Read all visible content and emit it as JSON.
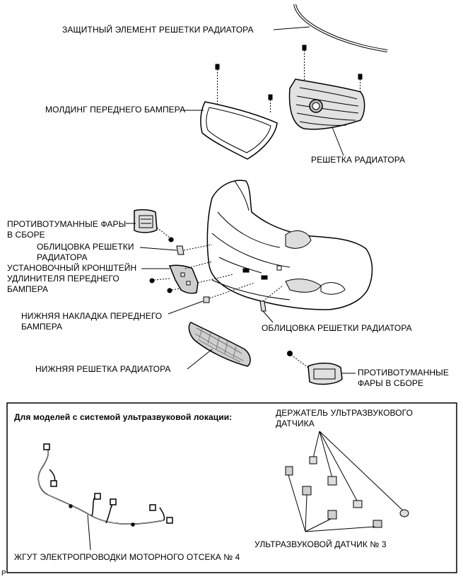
{
  "labels": {
    "grille_protector": "ЗАЩИТНЫЙ ЭЛЕМЕНТ РЕШЕТКИ РАДИАТОРА",
    "front_bumper_molding": "МОЛДИНГ ПЕРЕДНЕГО БАМПЕРА",
    "radiator_grille": "РЕШЕТКА РАДИАТОРА",
    "fog_lamp_left": "ПРОТИВОТУМАННЫЕ ФАРЫ\nВ СБОРЕ",
    "grille_cover_left": "ОБЛИЦОВКА РЕШЕТКИ\nРАДИАТОРА",
    "extension_bracket": "УСТАНОВОЧНЫЙ КРОНШТЕЙН\nУДЛИНИТЕЛЯ ПЕРЕДНЕГО\nБАМПЕРА",
    "lower_cover": "НИЖНЯЯ НАКЛАДКА ПЕРЕДНЕГО\nБАМПЕРА",
    "grille_cover_right": "ОБЛИЦОВКА РЕШЕТКИ РАДИАТОРА",
    "lower_grille": "НИЖНЯЯ РЕШЕТКА РАДИАТОРА",
    "fog_lamp_right": "ПРОТИВОТУМАННЫЕ\nФАРЫ В СБОРЕ",
    "sonar_models": "Для моделей с системой ультразвуковой локации:",
    "sensor_holder": "ДЕРЖАТЕЛЬ УЛЬТРАЗВУКОВОГО\nДАТЧИКА",
    "wire_harness": "ЖГУТ ЭЛЕКТРОПРОВОДКИ МОТОРНОГО ОТСЕКА № 4",
    "sensor": "УЛЬТРАЗВУКОВОЙ ДАТЧИК № 3",
    "corner_code": "P"
  },
  "colors": {
    "ink": "#000000",
    "paper": "#ffffff",
    "shade": "#d4d4d4",
    "dark": "#555555"
  }
}
